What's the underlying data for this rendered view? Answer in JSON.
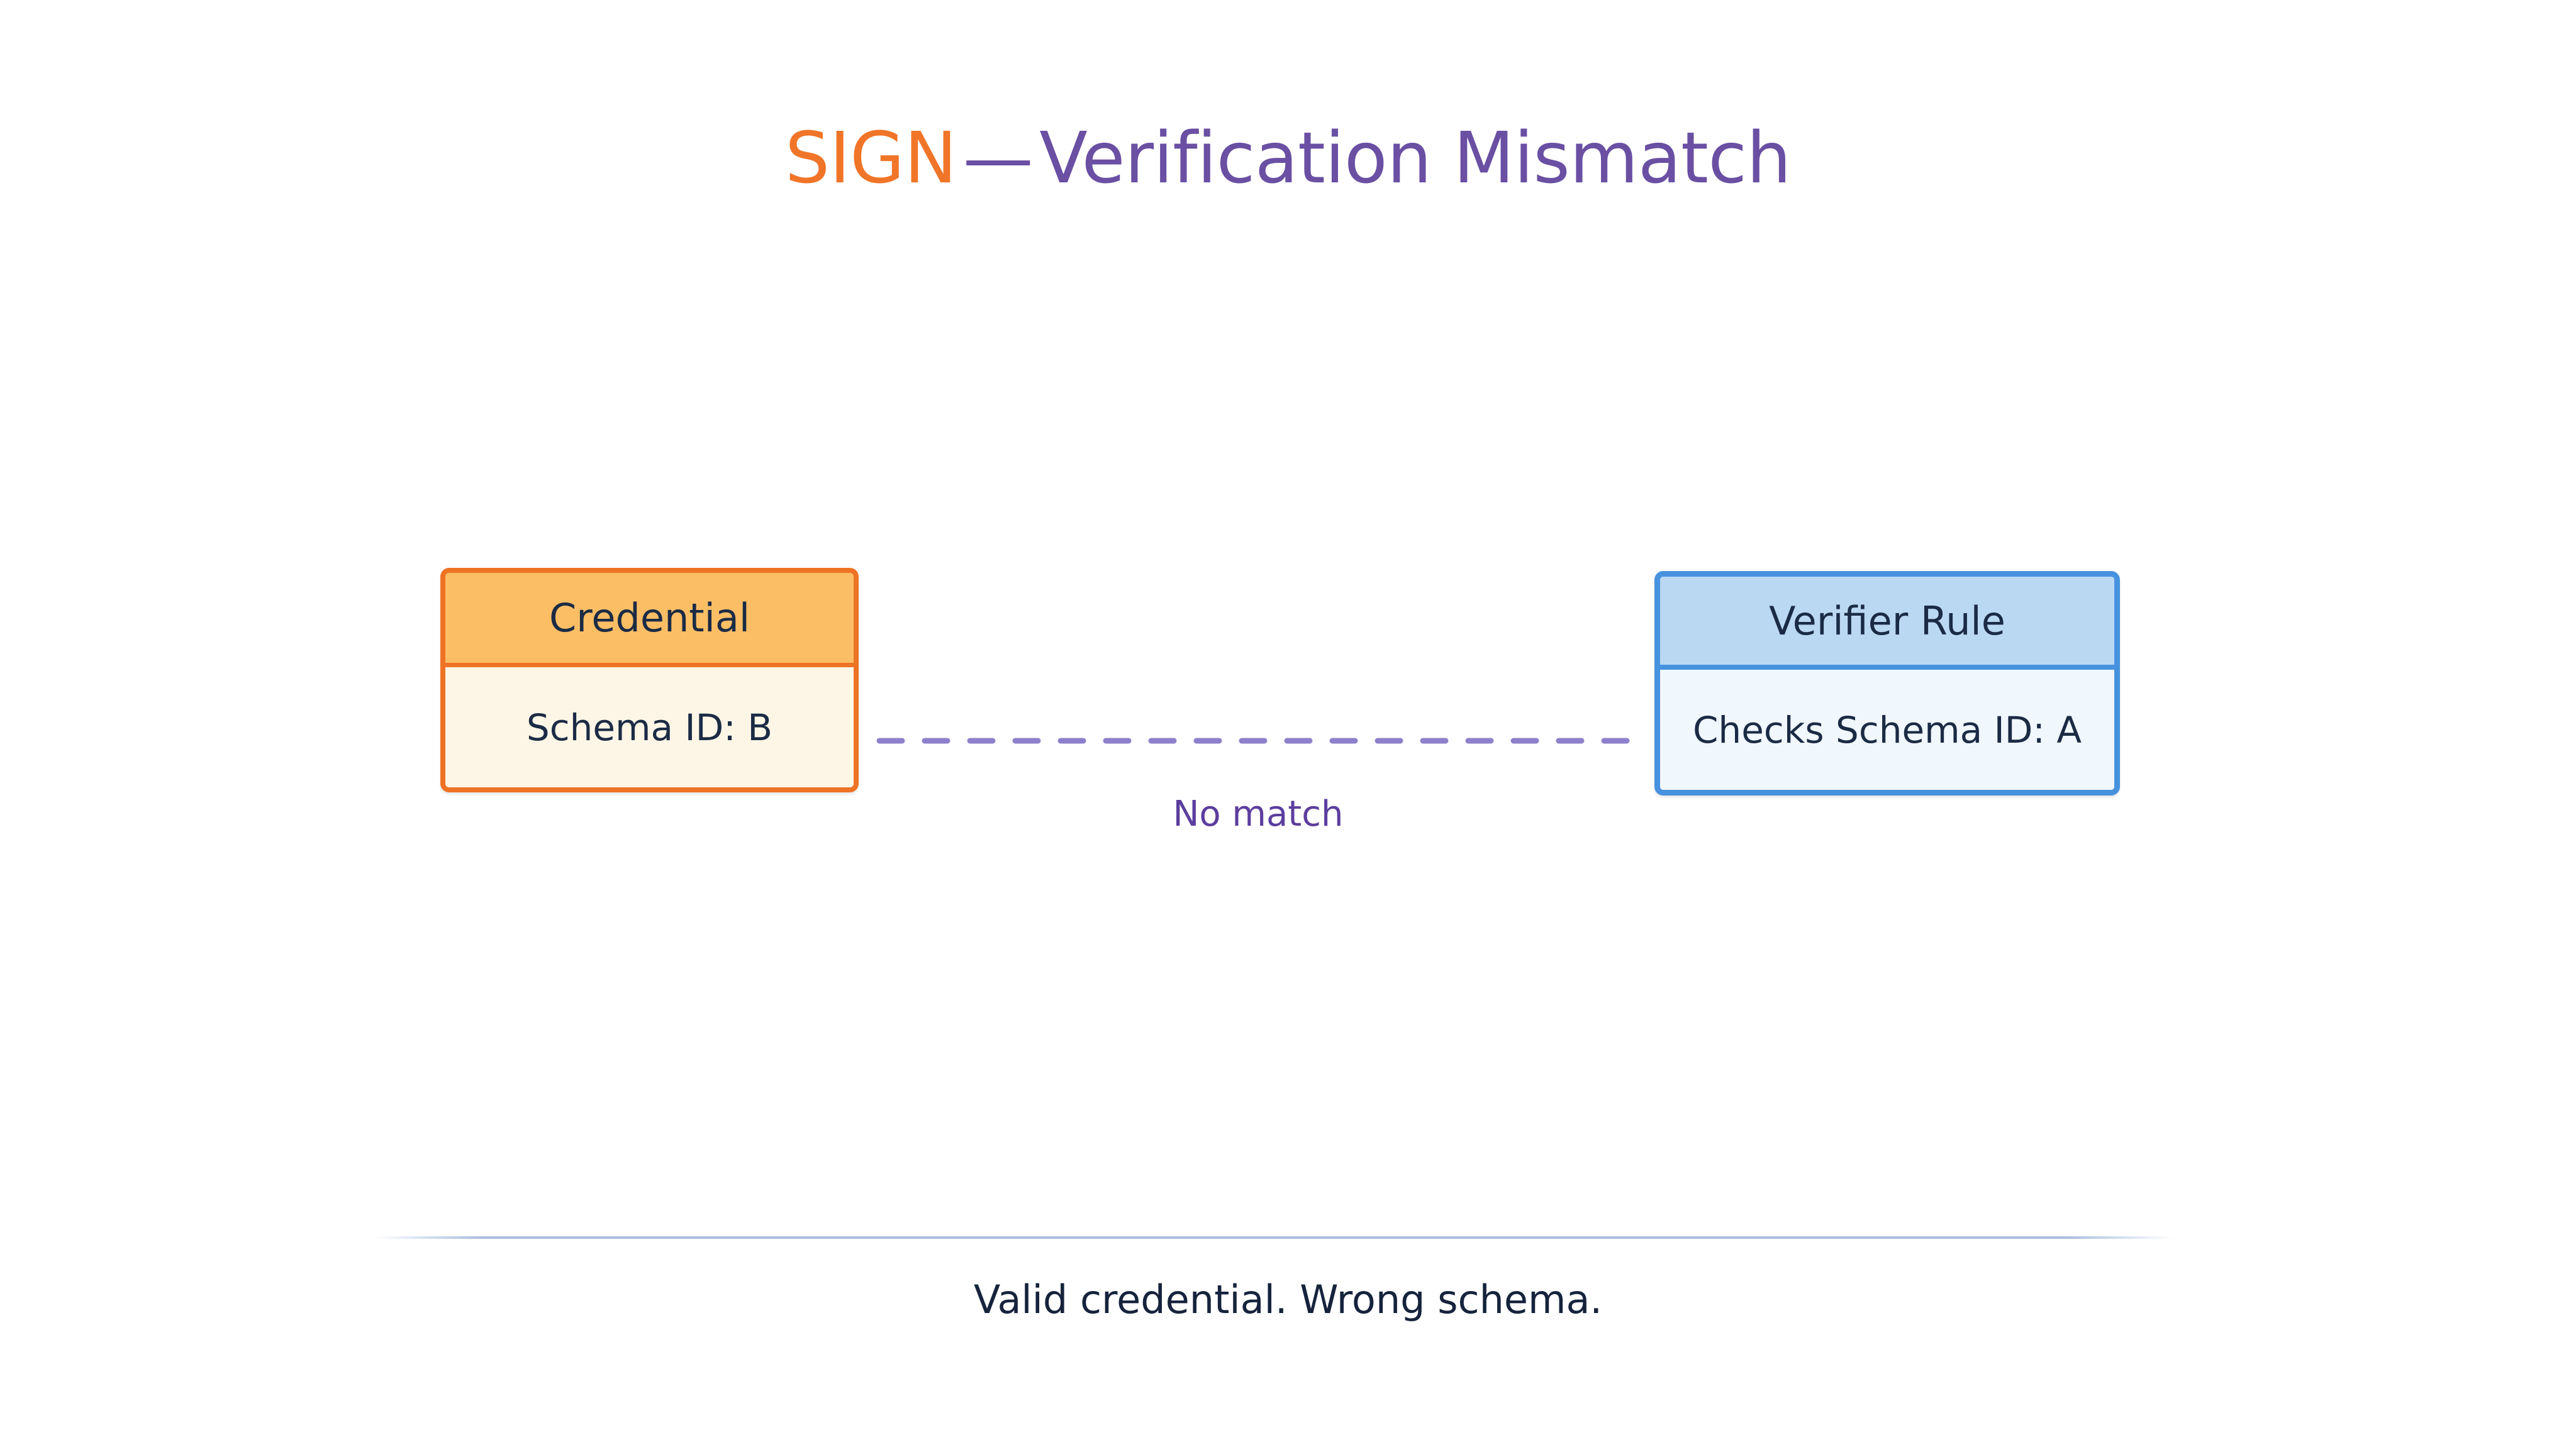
{
  "title": {
    "primary": "SIGN",
    "separator": "—",
    "secondary": "Verification Mismatch",
    "primary_color": "#F07528",
    "secondary_color": "#6A4FA3"
  },
  "diagram": {
    "nodes": [
      {
        "id": "credential",
        "header": "Credential",
        "body": "Schema ID: B",
        "border_color": "#EE7324",
        "header_fill": "#FBBE65",
        "body_fill": "#FDF6E6",
        "text_color": "#1B2B45"
      },
      {
        "id": "verifier-rule",
        "header": "Verifier Rule",
        "body": "Checks Schema ID: A",
        "border_color": "#4792DE",
        "header_fill": "#BBD8F2",
        "body_fill": "#F0F7FD",
        "text_color": "#1B2B45"
      }
    ],
    "edge": {
      "label": "No match",
      "style": "dashed",
      "color": "#7B6BC4",
      "label_color": "#5B3E9E"
    }
  },
  "footer": {
    "caption": "Valid credential. Wrong schema.",
    "caption_color": "#16233C",
    "divider_color": "#A9BDDE"
  }
}
